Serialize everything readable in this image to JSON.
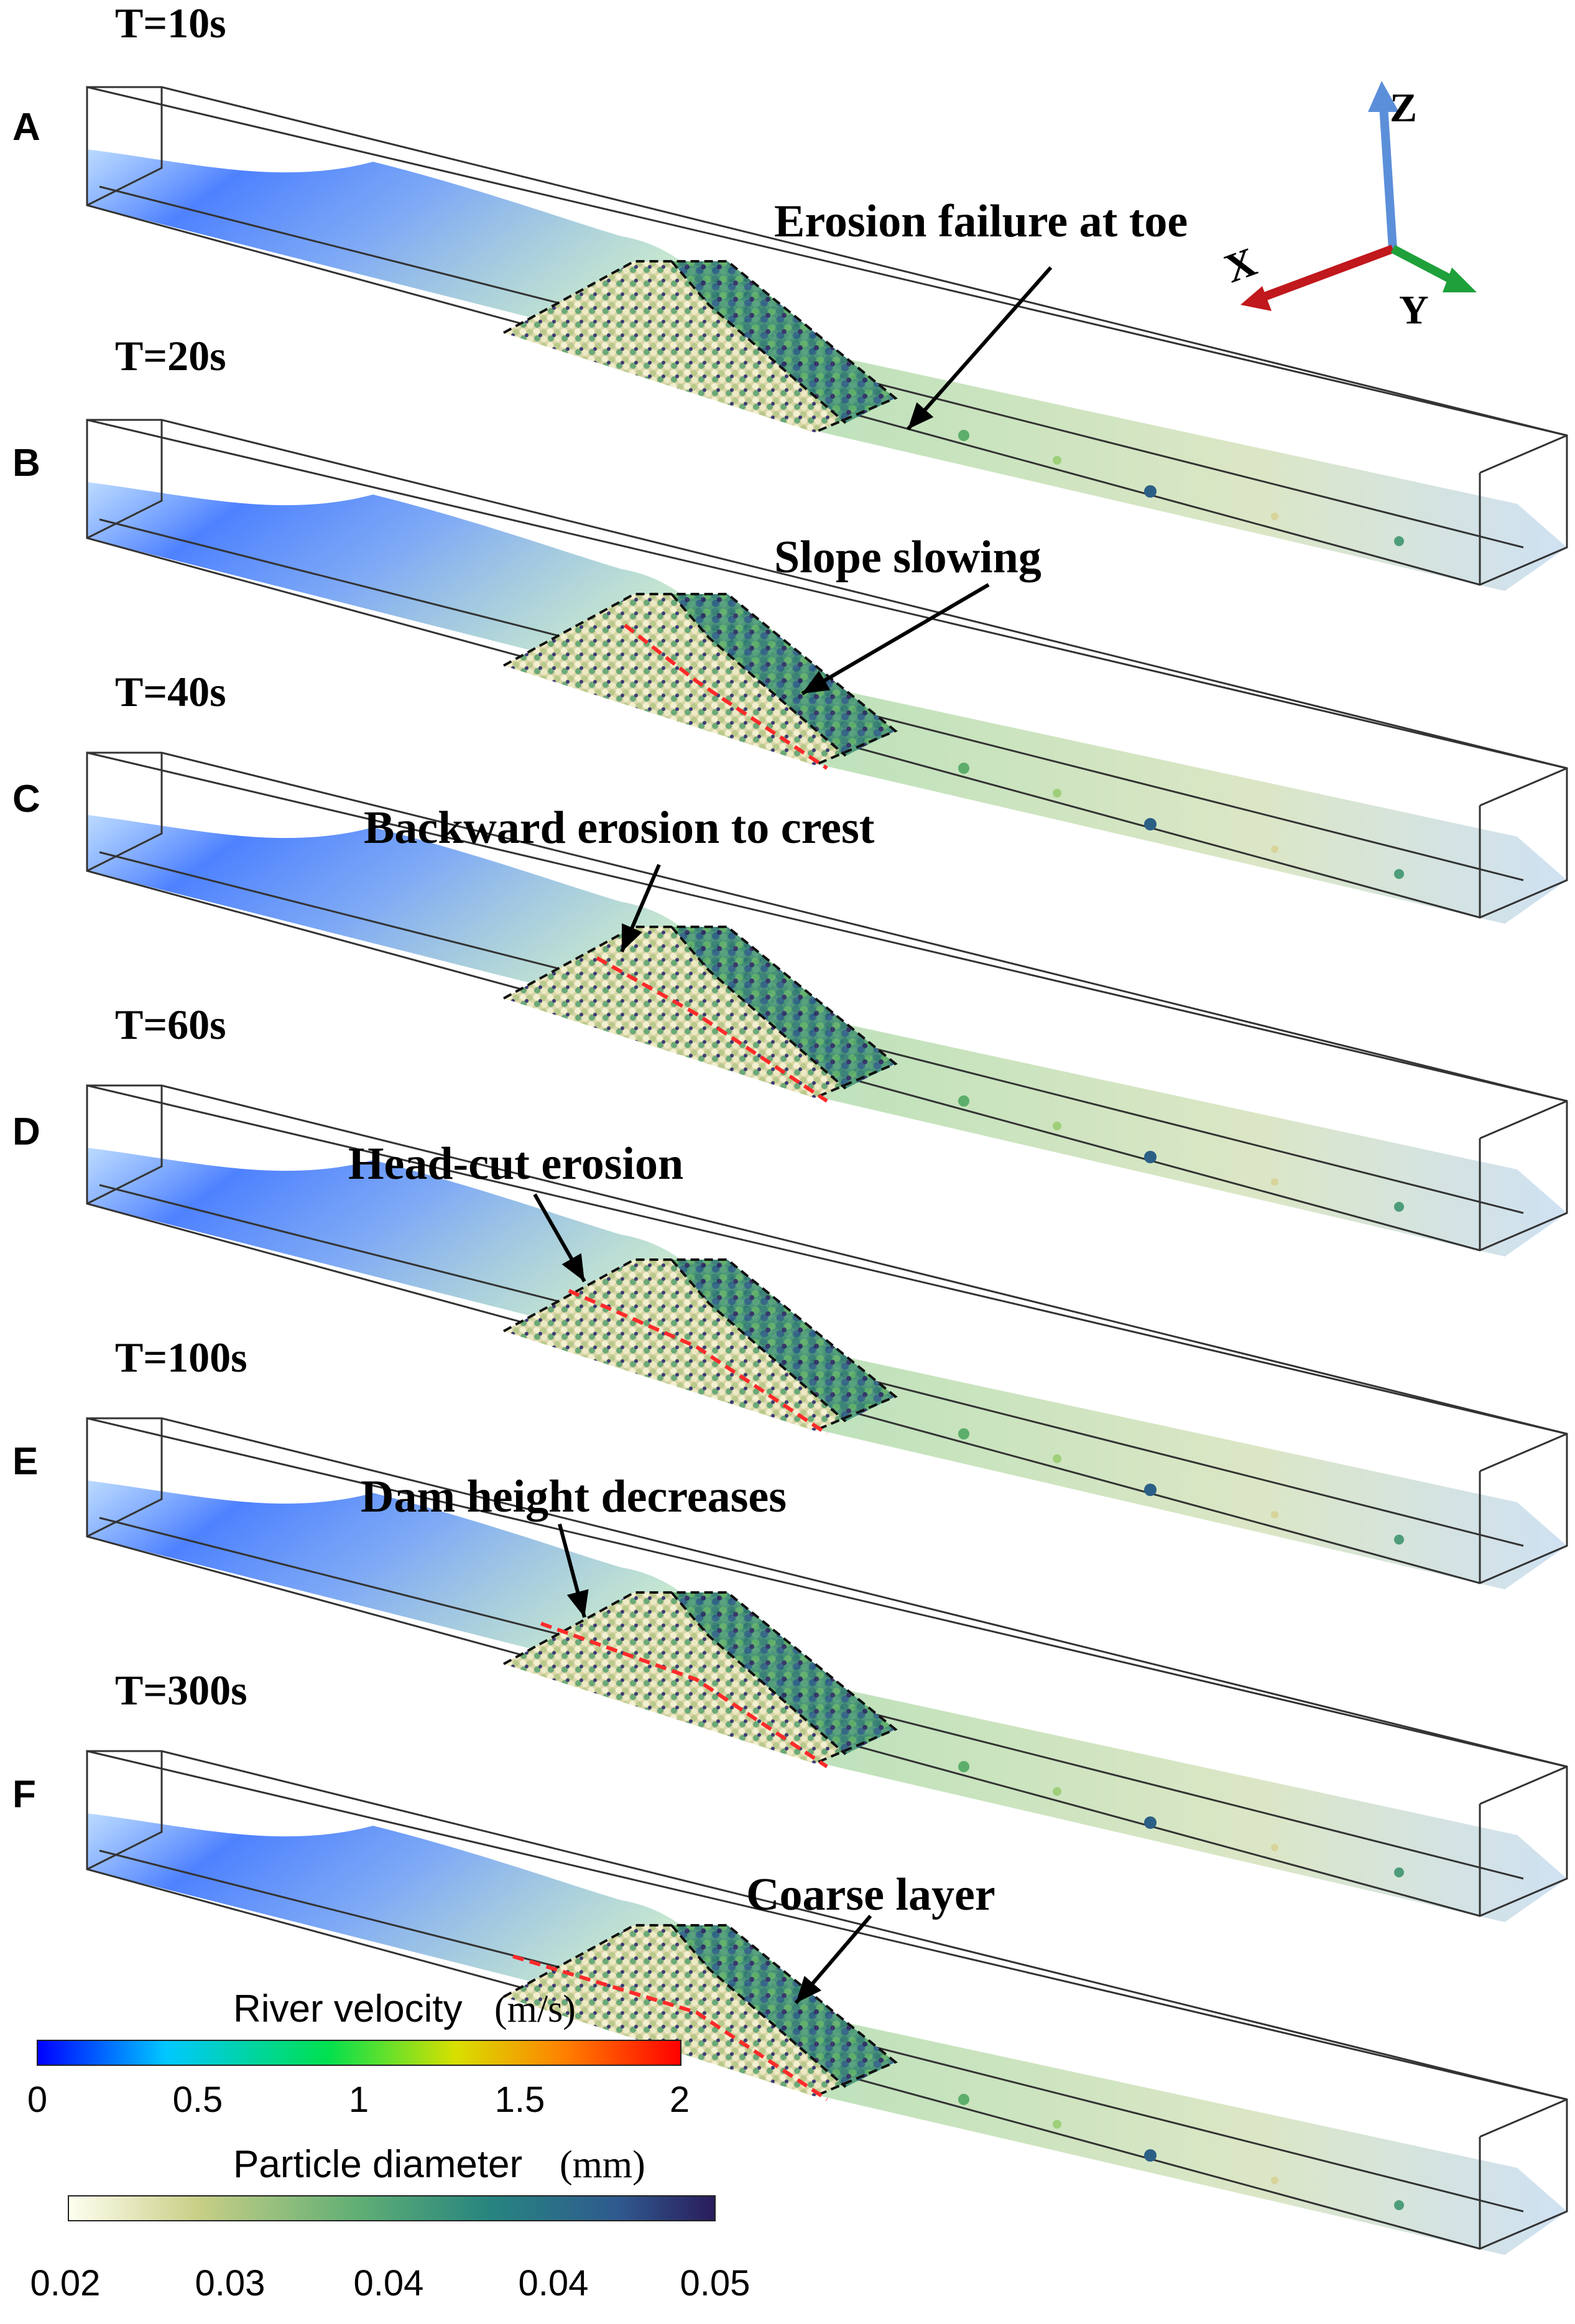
{
  "panels": [
    {
      "letter": "A",
      "time": "T=10s",
      "annotation": "Erosion failure at toe"
    },
    {
      "letter": "B",
      "time": "T=20s",
      "annotation": "Slope slowing"
    },
    {
      "letter": "C",
      "time": "T=40s",
      "annotation": "Backward erosion to crest"
    },
    {
      "letter": "D",
      "time": "T=60s",
      "annotation": "Head-cut erosion"
    },
    {
      "letter": "E",
      "time": "T=100s",
      "annotation": "Dam height decreases"
    },
    {
      "letter": "F",
      "time": "T=300s",
      "annotation": "Coarse layer"
    }
  ],
  "axes": {
    "z": {
      "label": "Z",
      "color": "#5b8fd9"
    },
    "x": {
      "label": "X",
      "color": "#c0181c"
    },
    "y": {
      "label": "Y",
      "color": "#1fa03a"
    }
  },
  "colorbars": {
    "velocity": {
      "title": "River velocity",
      "unit": "(m/s)",
      "ticks": [
        "0",
        "0.5",
        "1",
        "1.5",
        "2"
      ],
      "colors": [
        "#0000ff",
        "#00c8ff",
        "#00e050",
        "#d8e000",
        "#ff8000",
        "#ff0000"
      ]
    },
    "diameter": {
      "title": "Particle diameter",
      "unit": "(mm)",
      "ticks": [
        "0.02",
        "0.03",
        "0.04",
        "0.04",
        "0.05"
      ],
      "colors": [
        "#fffff0",
        "#c8cf86",
        "#5fae74",
        "#27857f",
        "#2f5a8e",
        "#2a1c5c"
      ]
    }
  }
}
